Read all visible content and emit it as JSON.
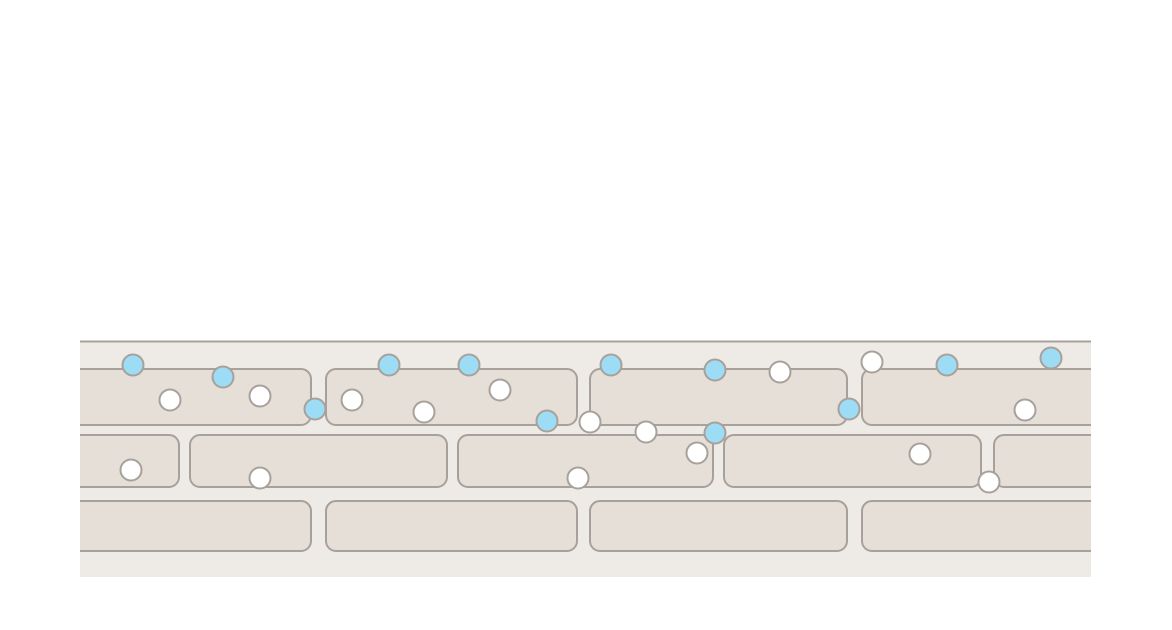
{
  "colors": {
    "background": "#ffffff",
    "wall": "#eeebe7",
    "brick_fill": "#e6dfd7",
    "outline": "#a8a19b",
    "blue_dot": "#9ddcf5",
    "white_dot": "#ffffff"
  },
  "wall": {
    "brick_rows": 3,
    "blue_dot_count": 12,
    "white_dot_count": 16
  }
}
